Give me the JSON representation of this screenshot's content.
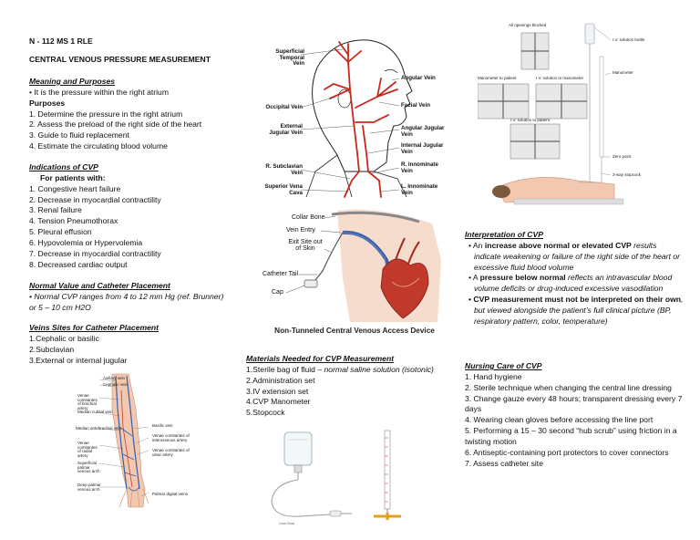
{
  "header": {
    "course": "N - 112 MS 1 RLE",
    "title": "CENTRAL VENOUS PRESSURE MEASUREMENT"
  },
  "meaning": {
    "heading": "Meaning and Purposes",
    "definition": "• It is the pressure within the right atrium",
    "purposes_heading": "Purposes",
    "purposes": [
      "1. Determine the pressure in the right atrium",
      "2. Assess the preload of the right side of the heart",
      "3. Guide to fluid replacement",
      "4. Estimate the circulating blood volume"
    ]
  },
  "indications": {
    "heading": "Indications of CVP",
    "sub": "For patients with:",
    "items": [
      "1. Congestive heart failure",
      "2. Decrease in myocardial contractility",
      "3. Renal failure",
      "4. Tension Pneumothorax",
      "5. Pleural effusion",
      "6. Hypovolemia or Hypervolemia",
      "7. Decrease in myocardial contractility",
      "8. Decreased cardiac output"
    ]
  },
  "normal": {
    "heading": "Normal Value and Catheter Placement",
    "text": "• Normal CVP ranges from 4 to 12 mm Hg (ref. Brunner) or 5 – 10 cm H2O"
  },
  "veins": {
    "heading": "Veins Sites for Catheter Placement",
    "items": [
      "1.Cephalic or basilic",
      "2.Subclavian",
      "3.External or internal jugular"
    ]
  },
  "arm_labels": {
    "axillary": "Axillary vein",
    "cephalic": "Cephalic vein",
    "venae_brachial": "Venae comitantes of brachial artery",
    "median_cubital": "Median cubital vein",
    "median_antebrachial": "Median antebrachial vein",
    "basilic": "Basilic vein",
    "venae_interosseous": "Venae comitantes of interosseous artery",
    "venae_radial": "Venae comitantes of radial artery",
    "venae_ulnar": "Venae comitantes of ulnar artery",
    "superficial_palmar": "Superficial palmar venous arch",
    "deep_palmar": "Deep palmar venous arch",
    "palmar_digital": "Palmar digital veins"
  },
  "head_labels": {
    "superficial_temporal": "Superficial Temporal Vein",
    "occipital": "Occipital Vein",
    "external_jugular": "External Jugular Vein",
    "subclavian": "R. Subclavian Vein",
    "svc": "Superior Vena Cava",
    "angular": "Angular Vein",
    "facial": "Facial Vein",
    "angular_jugular": "Angular Jugular Vein",
    "internal_jugular": "Internal Jugular Vein",
    "r_innominate": "R. Innominate Vein",
    "l_innominate": "L. Innominate Vein"
  },
  "device_labels": {
    "collar_bone": "Collar Bone",
    "vein_entry": "Vein Entry",
    "exit_site": "Exit Site out of Skin",
    "catheter_tail": "Catheter Tail",
    "cap": "Cap",
    "caption": "Non-Tunneled Central Venous Access Device"
  },
  "materials": {
    "heading": "Materials Needed for CVP Measurement",
    "items": [
      {
        "num": "1.Sterile bag of fluid – ",
        "note": "normal saline solution (isotonic)"
      },
      {
        "num": "2.Administration set",
        "note": ""
      },
      {
        "num": "3.IV extension set",
        "note": ""
      },
      {
        "num": "4.CVP Manometer",
        "note": ""
      },
      {
        "num": "5.Stopcock",
        "note": ""
      }
    ],
    "watermark": "Lima Stock"
  },
  "stopcock_labels": {
    "all_blocked": "All openings blocked",
    "manometer_patient": "Manometer to patient",
    "iv_manometer": "I.V. solution to manometer",
    "iv_patient": "I.V. solution to patient",
    "iv_bottle": "I.V. solution bottle",
    "manometer": "Manometer",
    "zero_point": "Zero point",
    "three_way": "3-way stopcock"
  },
  "interpretation": {
    "heading": "Interpretation of CVP",
    "p1_pre": "• An ",
    "p1_bold": "increase above normal or elevated CVP",
    "p1_rest": " results indicate weakening or failure of the right side of the heart or excessive fluid blood volume",
    "p2_pre": "• A ",
    "p2_bold": "pressure below normal",
    "p2_rest": " reflects an intravascular blood volume deficits or drug-induced excessive vasodilation",
    "p3_bold": "• CVP measurement must not be interpreted on their own",
    "p3_rest": ", but viewed alongside the patient’s full clinical picture (BP, respiratory pattern, color, temperature)"
  },
  "nursing": {
    "heading": "Nursing Care of CVP",
    "items": [
      "1. Hand hygiene",
      "2. Sterile technique when changing the central line dressing",
      "3. Change gauze every 48 hours; transparent dressing every 7 days",
      "4. Wearing clean gloves before accessing the line port",
      "5. Performing a 15 – 30 second “hub scrub” using friction in a twisting motion",
      "6. Antiseptic-containing port protectors to cover connectors",
      "7. Assess catheter site"
    ]
  },
  "colors": {
    "vein_red": "#c8281c",
    "vein_blue": "#3a5fa8",
    "heart_red": "#c0392b"
  }
}
